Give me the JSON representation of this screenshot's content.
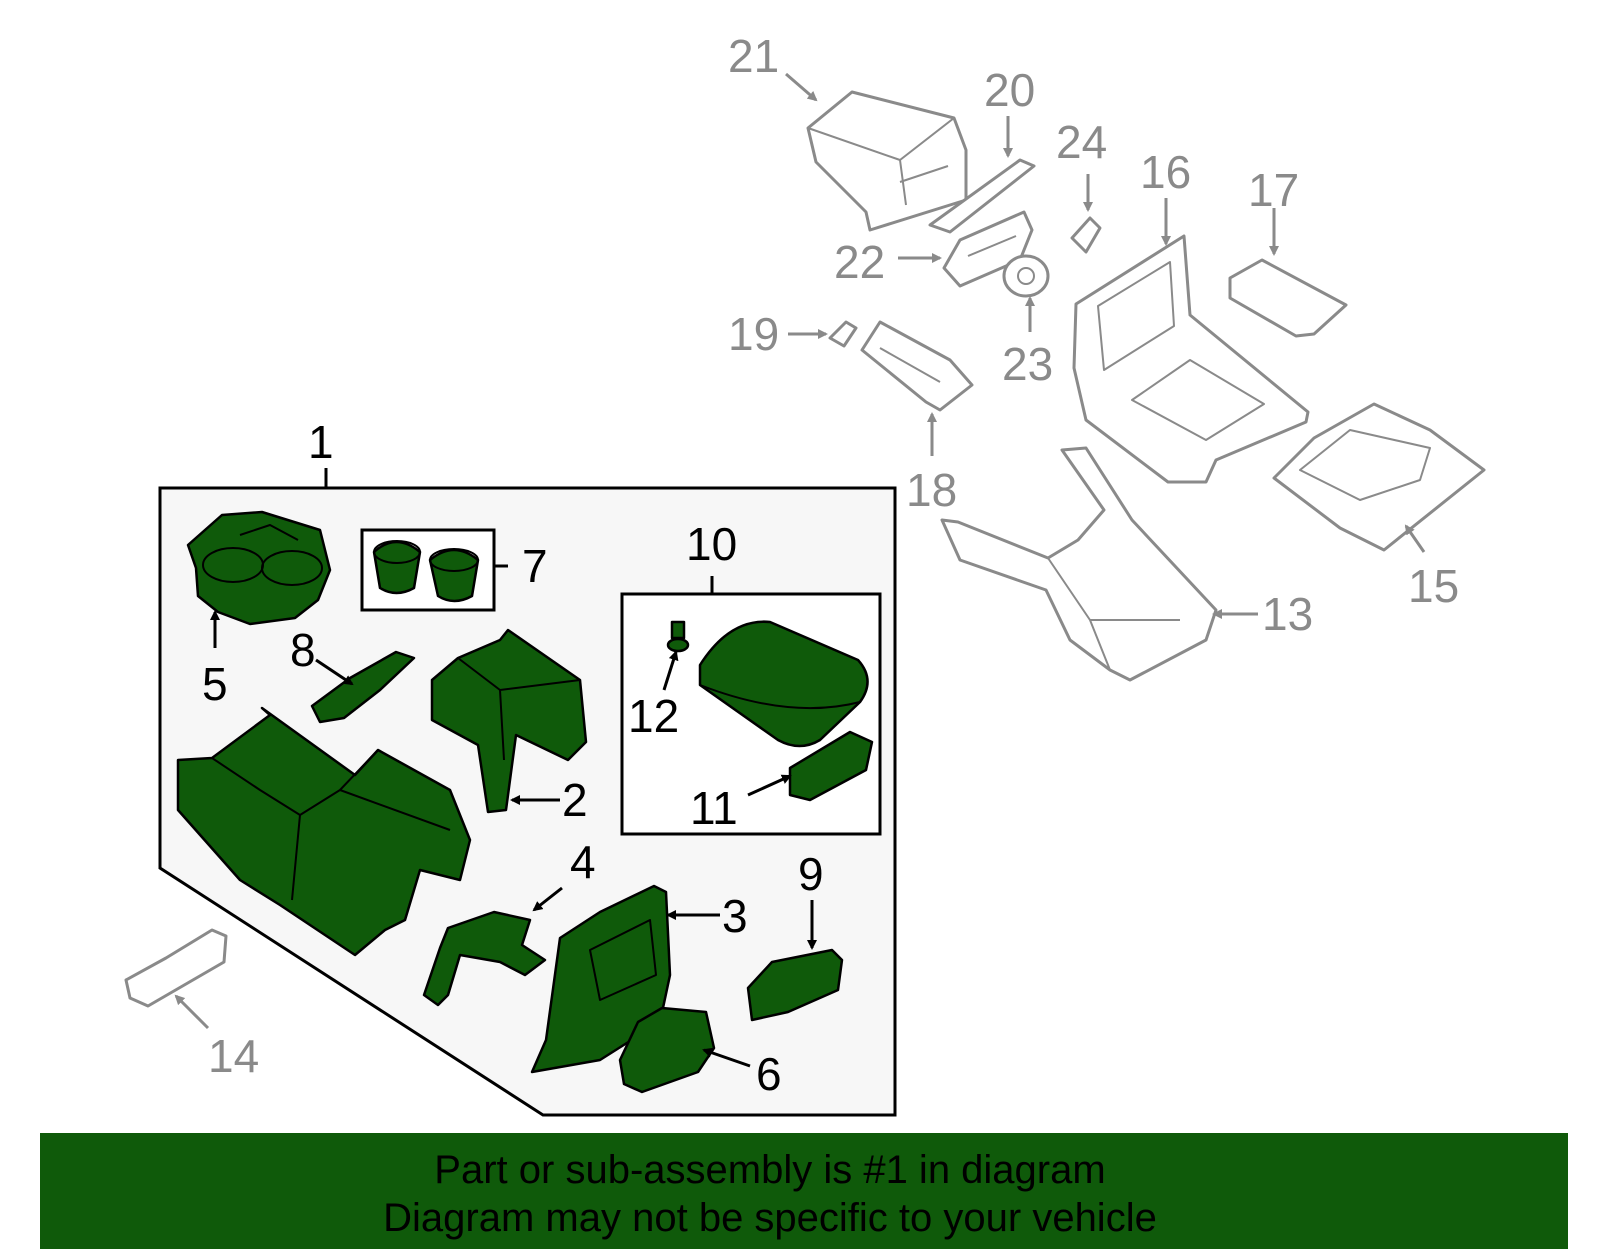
{
  "callouts": {
    "c1": "1",
    "c2": "2",
    "c3": "3",
    "c4": "4",
    "c5": "5",
    "c6": "6",
    "c7": "7",
    "c8": "8",
    "c9": "9",
    "c10": "10",
    "c11": "11",
    "c12": "12",
    "c13": "13",
    "c14": "14",
    "c15": "15",
    "c16": "16",
    "c17": "17",
    "c18": "18",
    "c19": "19",
    "c20": "20",
    "c21": "21",
    "c22": "22",
    "c23": "23",
    "c24": "24"
  },
  "banner": {
    "line1": "Part or sub-assembly is #1 in diagram",
    "line2": "Diagram may not be specific to your vehicle"
  },
  "colors": {
    "highlight_green": "#0f5a0a",
    "other_parts_grey": "#8a8a8a",
    "assembly_box_fill": "#f7f7f7"
  }
}
